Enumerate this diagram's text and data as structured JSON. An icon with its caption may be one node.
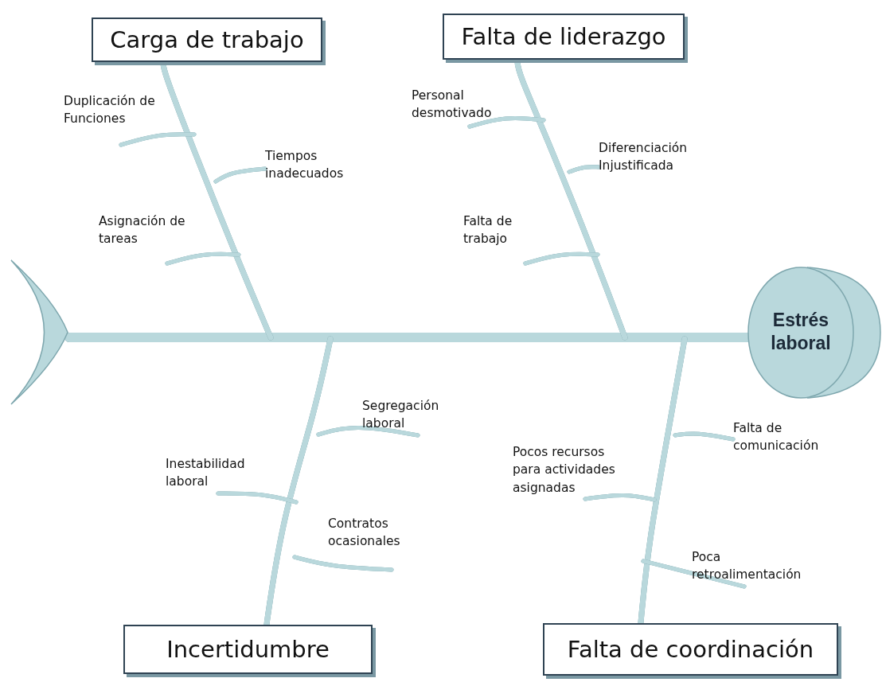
{
  "diagram": {
    "nodes": [
      {
        "text": [
          "Carga de trabajo"
        ]
      },
      {
        "text": [
          "Falta de liderazgo"
        ]
      },
      {
        "text": [
          "Duplicación de Funciones"
        ]
      },
      {
        "text": [
          "Personal desmotivado"
        ]
      },
      {
        "text": [
          "Tiempos inadecuados"
        ]
      },
      {
        "text": [
          "Diferenciación Injustificada"
        ]
      },
      {
        "text": [
          "Asignación de tareas"
        ]
      },
      {
        "text": [
          "Falta de trabajo"
        ]
      },
      {
        "text": [],
        "shape": "crescent"
      },
      {
        "text": [
          "Estrés laboral"
        ]
      },
      {
        "text": [
          "Segregación laboral"
        ]
      },
      {
        "text": [
          "Falta de comunicación"
        ]
      },
      {
        "text": [
          "Inestabilidad laboral"
        ]
      },
      {
        "text": [
          "Pocos recursos para actividades asignadas"
        ]
      },
      {
        "text": [
          "Contratos ocasionales"
        ]
      },
      {
        "text": [
          "Poca retroalimentación"
        ]
      },
      {
        "text": [
          "Incertidumbre"
        ]
      },
      {
        "text": [
          "Falta de coordinación"
        ]
      }
    ],
    "edges": [
      {
        "from": 8,
        "to": 9,
        "arrow": "none",
        "style": "thick"
      },
      {
        "from": 0,
        "to": null,
        "arrow": "none"
      },
      {
        "from": 1,
        "to": null,
        "arrow": "none"
      },
      {
        "from": 16,
        "to": null,
        "arrow": "none"
      },
      {
        "from": 17,
        "to": null,
        "arrow": "none"
      },
      {
        "from": 2,
        "to": null,
        "arrow": "none"
      },
      {
        "from": 4,
        "to": null,
        "arrow": "none"
      },
      {
        "from": 6,
        "to": null,
        "arrow": "none"
      },
      {
        "from": 3,
        "to": null,
        "arrow": "none"
      },
      {
        "from": 5,
        "to": null,
        "arrow": "none"
      },
      {
        "from": 7,
        "to": null,
        "arrow": "none"
      },
      {
        "from": 10,
        "to": null,
        "arrow": "none"
      },
      {
        "from": 12,
        "to": null,
        "arrow": "none"
      },
      {
        "from": 14,
        "to": null,
        "arrow": "none"
      },
      {
        "from": 11,
        "to": null,
        "arrow": "none"
      },
      {
        "from": 13,
        "to": null,
        "arrow": "none"
      },
      {
        "from": 15,
        "to": null,
        "arrow": "none"
      }
    ]
  }
}
